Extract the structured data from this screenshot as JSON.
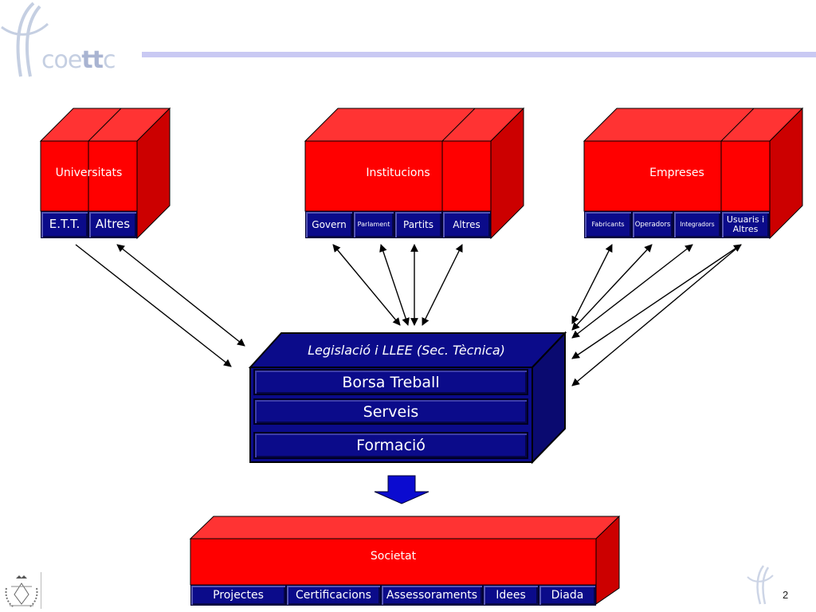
{
  "header": {
    "logo_text_light": "coe",
    "logo_text_bold": "tt",
    "logo_text_end": "c",
    "colors": {
      "rule": "#c9c9f3",
      "logo": "#c5cfe2"
    }
  },
  "colors": {
    "block_red": "#ff0000",
    "block_red_top": "#ff3333",
    "block_red_side": "#cc0000",
    "block_blue": "#0b0b8a",
    "arrow": "#000000"
  },
  "blocks": {
    "universitats": {
      "title": "Universitats",
      "tabs": [
        "E.T.T.",
        "Altres"
      ]
    },
    "institucions": {
      "title": "Institucions",
      "tabs": [
        "Govern",
        "Parlament",
        "Partits",
        "Altres"
      ]
    },
    "empreses": {
      "title": "Empreses",
      "tabs": [
        "Fabricants",
        "Operadors",
        "Integradors",
        "Usuaris i Altres"
      ]
    },
    "centre": {
      "top_label": "Legislació i LLEE (Sec. Tècnica)",
      "rows": [
        "Borsa Treball",
        "Serveis",
        "Formació"
      ]
    },
    "societat": {
      "title": "Societat",
      "tabs": [
        "Projectes",
        "Certificacions",
        "Assessoraments",
        "Idees",
        "Diada"
      ]
    }
  },
  "footer": {
    "page_number": "2"
  }
}
